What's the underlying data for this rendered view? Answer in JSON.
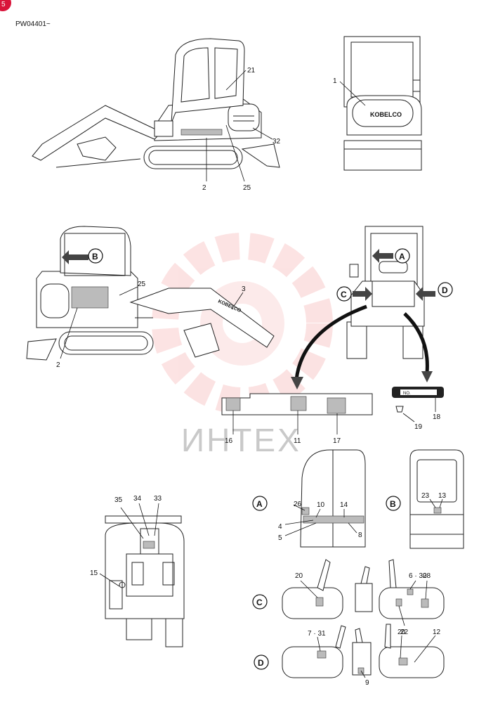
{
  "header": {
    "code": "PW04401~",
    "corner_mark": "5"
  },
  "watermark": {
    "text": "ИНТЕХ"
  },
  "brand": {
    "cab_logo": "KOBELCO",
    "boom_logo": "KOBELCO"
  },
  "plate": {
    "label": "NO."
  },
  "views": {
    "A": "A",
    "B": "B",
    "C": "C",
    "D": "D"
  },
  "callouts": {
    "side_right": [
      "21",
      "32",
      "2",
      "25"
    ],
    "rear": [
      "1"
    ],
    "side_left": [
      "25",
      "3",
      "2"
    ],
    "strip": [
      "16",
      "11",
      "17"
    ],
    "plate": [
      "18",
      "19"
    ],
    "top_view": [
      "35",
      "34",
      "33",
      "15"
    ],
    "view_a": [
      "26",
      "10",
      "14",
      "4",
      "5",
      "8"
    ],
    "view_b": [
      "23",
      "13"
    ],
    "view_c": [
      "20",
      "6 · 30",
      "28",
      "22"
    ],
    "view_d": [
      "7 · 31",
      "20",
      "12",
      "9"
    ]
  }
}
